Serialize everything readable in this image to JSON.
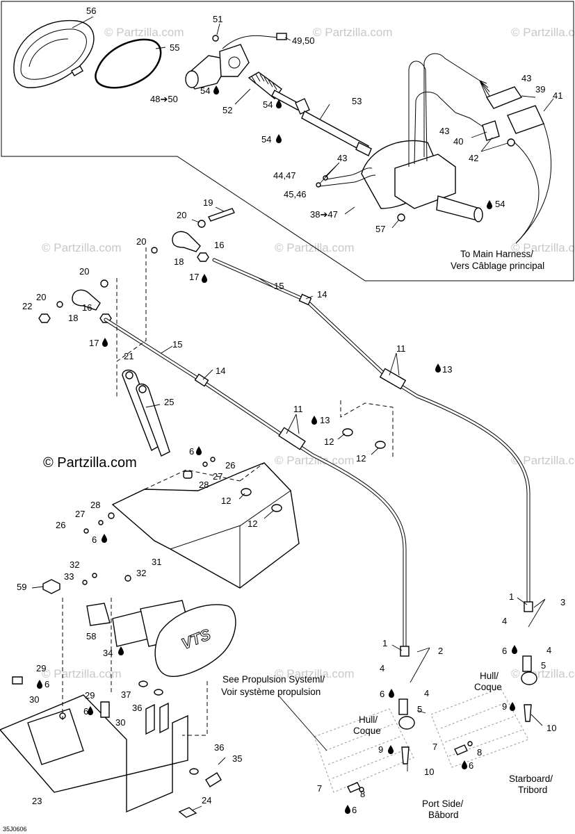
{
  "diagram": {
    "figure_code": "35J0606",
    "watermark": "© Partzilla.com",
    "notes": {
      "main_harness": [
        "To Main Harness/",
        "Vers Câblage principal"
      ],
      "propulsion": [
        "See Propulsion Systeml/",
        "Voir système propulsion"
      ],
      "hull_left": [
        "Hull/",
        "Coque"
      ],
      "hull_right": [
        "Hull/",
        "Coque"
      ],
      "port": [
        "Port Side/",
        "Bâbord"
      ],
      "starboard": [
        "Starboard/",
        "Tribord"
      ]
    },
    "emblem_text": "VTS",
    "callouts": [
      {
        "id": "c56",
        "text": "56"
      },
      {
        "id": "c55",
        "text": "55"
      },
      {
        "id": "c51",
        "text": "51"
      },
      {
        "id": "c4950",
        "text": "49,50"
      },
      {
        "id": "c4850",
        "text": "48➔50"
      },
      {
        "id": "c54a",
        "text": "54"
      },
      {
        "id": "c54b",
        "text": "54"
      },
      {
        "id": "c52",
        "text": "52"
      },
      {
        "id": "c53",
        "text": "53"
      },
      {
        "id": "c54c",
        "text": "54"
      },
      {
        "id": "c43a",
        "text": "43"
      },
      {
        "id": "c39",
        "text": "39"
      },
      {
        "id": "c41",
        "text": "41"
      },
      {
        "id": "c43b",
        "text": "43"
      },
      {
        "id": "c40",
        "text": "40"
      },
      {
        "id": "c42",
        "text": "42"
      },
      {
        "id": "c43c",
        "text": "43"
      },
      {
        "id": "c4447",
        "text": "44,47"
      },
      {
        "id": "c4546",
        "text": "45,46"
      },
      {
        "id": "c3847",
        "text": "38➔47"
      },
      {
        "id": "c54d",
        "text": "54"
      },
      {
        "id": "c57",
        "text": "57"
      },
      {
        "id": "c19",
        "text": "19"
      },
      {
        "id": "c20a",
        "text": "20"
      },
      {
        "id": "c20b",
        "text": "20"
      },
      {
        "id": "c16a",
        "text": "16"
      },
      {
        "id": "c18a",
        "text": "18"
      },
      {
        "id": "c17a",
        "text": "17"
      },
      {
        "id": "c15a",
        "text": "15"
      },
      {
        "id": "c20c",
        "text": "20"
      },
      {
        "id": "c20d",
        "text": "20"
      },
      {
        "id": "c22",
        "text": "22"
      },
      {
        "id": "c18b",
        "text": "18"
      },
      {
        "id": "c16b",
        "text": "16"
      },
      {
        "id": "c14a",
        "text": "14"
      },
      {
        "id": "c17b",
        "text": "17"
      },
      {
        "id": "c15b",
        "text": "15"
      },
      {
        "id": "c11a",
        "text": "11"
      },
      {
        "id": "c13a",
        "text": "13"
      },
      {
        "id": "c21",
        "text": "21"
      },
      {
        "id": "c14b",
        "text": "14"
      },
      {
        "id": "c25",
        "text": "25"
      },
      {
        "id": "c11b",
        "text": "11"
      },
      {
        "id": "c13b",
        "text": "13"
      },
      {
        "id": "c12a",
        "text": "12"
      },
      {
        "id": "c12b",
        "text": "12"
      },
      {
        "id": "c6a",
        "text": "6"
      },
      {
        "id": "c26a",
        "text": "26"
      },
      {
        "id": "c27a",
        "text": "27"
      },
      {
        "id": "c28a",
        "text": "28"
      },
      {
        "id": "c12c",
        "text": "12"
      },
      {
        "id": "c12d",
        "text": "12"
      },
      {
        "id": "c28b",
        "text": "28"
      },
      {
        "id": "c27b",
        "text": "27"
      },
      {
        "id": "c26b",
        "text": "26"
      },
      {
        "id": "c6b",
        "text": "6"
      },
      {
        "id": "c32a",
        "text": "32"
      },
      {
        "id": "c31",
        "text": "31"
      },
      {
        "id": "c33",
        "text": "33"
      },
      {
        "id": "c32b",
        "text": "32"
      },
      {
        "id": "c59",
        "text": "59"
      },
      {
        "id": "c58",
        "text": "58"
      },
      {
        "id": "c34",
        "text": "34"
      },
      {
        "id": "c1a",
        "text": "1"
      },
      {
        "id": "c3",
        "text": "3"
      },
      {
        "id": "c4a",
        "text": "4"
      },
      {
        "id": "c6c",
        "text": "6"
      },
      {
        "id": "c4b",
        "text": "4"
      },
      {
        "id": "c5a",
        "text": "5"
      },
      {
        "id": "c1b",
        "text": "1"
      },
      {
        "id": "c2",
        "text": "2"
      },
      {
        "id": "c4c",
        "text": "4"
      },
      {
        "id": "c6d",
        "text": "6"
      },
      {
        "id": "c4d",
        "text": "4"
      },
      {
        "id": "c5b",
        "text": "5"
      },
      {
        "id": "c9a",
        "text": "9"
      },
      {
        "id": "c10a",
        "text": "10"
      },
      {
        "id": "c7a",
        "text": "7"
      },
      {
        "id": "c8a",
        "text": "8"
      },
      {
        "id": "c6e",
        "text": "6"
      },
      {
        "id": "c9b",
        "text": "9"
      },
      {
        "id": "c10b",
        "text": "10"
      },
      {
        "id": "c7b",
        "text": "7"
      },
      {
        "id": "c8b",
        "text": "8"
      },
      {
        "id": "c6f",
        "text": "6"
      },
      {
        "id": "c29a",
        "text": "29"
      },
      {
        "id": "c6g",
        "text": "6"
      },
      {
        "id": "c30a",
        "text": "30"
      },
      {
        "id": "c29b",
        "text": "29"
      },
      {
        "id": "c6h",
        "text": "6"
      },
      {
        "id": "c30b",
        "text": "30"
      },
      {
        "id": "c37",
        "text": "37"
      },
      {
        "id": "c36a",
        "text": "36"
      },
      {
        "id": "c36b",
        "text": "36"
      },
      {
        "id": "c35",
        "text": "35"
      },
      {
        "id": "c23",
        "text": "23"
      },
      {
        "id": "c24",
        "text": "24"
      }
    ]
  }
}
